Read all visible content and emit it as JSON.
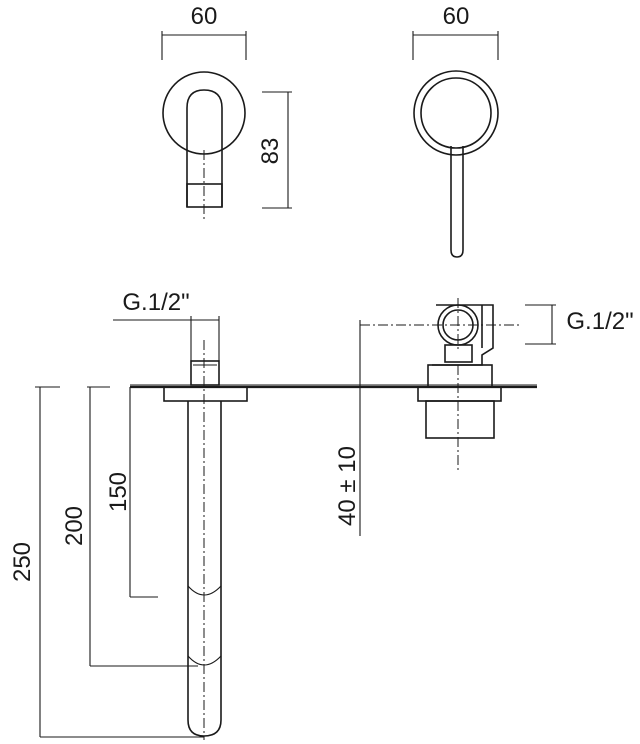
{
  "labels": {
    "side_width": "60",
    "front_width": "60",
    "side_height": "83",
    "thread_left": "G.1/2\"",
    "thread_right": "G.1/2\"",
    "depth_150": "150",
    "depth_200": "200",
    "depth_250": "250",
    "wall_offset": "40 ± 10"
  }
}
